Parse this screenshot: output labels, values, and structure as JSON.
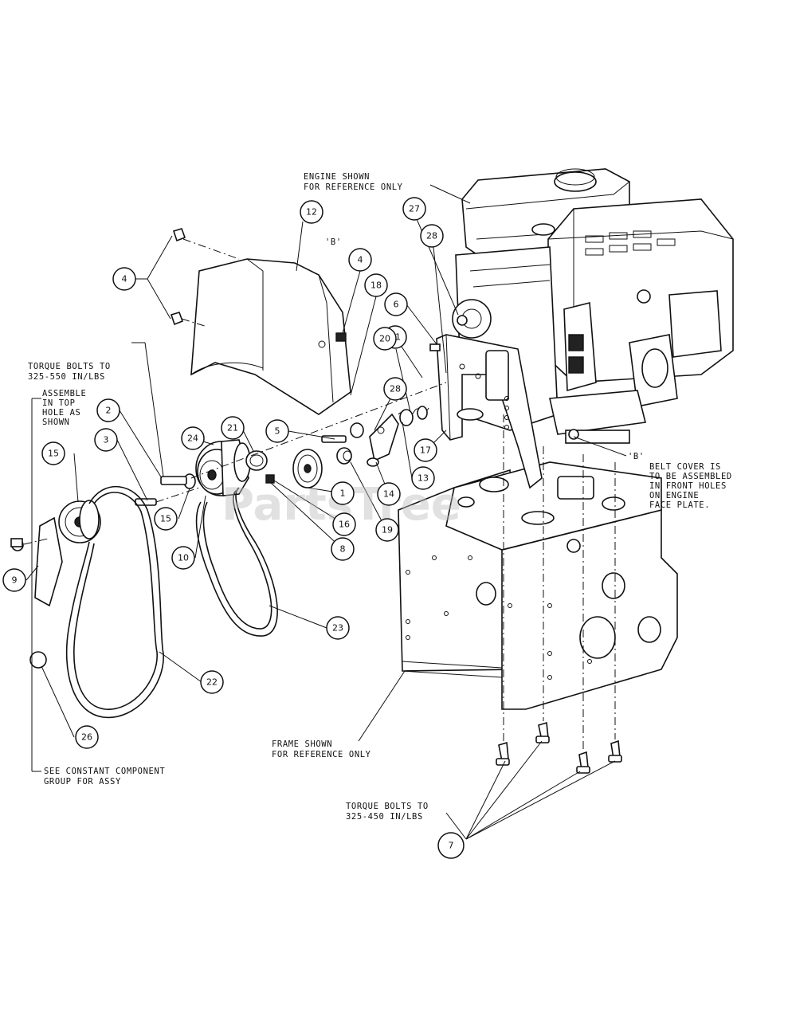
{
  "watermark": "PartsTree",
  "notes": {
    "engine_1": "ENGINE SHOWN",
    "engine_2": "FOR REFERENCE ONLY",
    "b_marker_top": "'B'",
    "torque_upper_1": "TORQUE BOLTS TO",
    "torque_upper_2": "325-550 IN/LBS",
    "assemble_1": "ASSEMBLE",
    "assemble_2": "IN TOP",
    "assemble_3": "HOLE AS",
    "assemble_4": "SHOWN",
    "belt_cover_1": "'B'",
    "belt_cover_2": "BELT COVER IS",
    "belt_cover_3": "TO BE ASSEMBLED",
    "belt_cover_4": "IN FRONT HOLES",
    "belt_cover_5": "ON ENGINE",
    "belt_cover_6": "FACE PLATE.",
    "frame_1": "FRAME SHOWN",
    "frame_2": "FOR REFERENCE ONLY",
    "torque_lower_1": "TORQUE BOLTS TO",
    "torque_lower_2": "325-450 IN/LBS",
    "see_1": "SEE CONSTANT COMPONENT",
    "see_2": "GROUP FOR ASSY"
  },
  "callouts": {
    "c1": "1",
    "c2": "2",
    "c3": "3",
    "c4a": "4",
    "c4b": "4",
    "c5": "5",
    "c6": "6",
    "c7": "7",
    "c8": "8",
    "c9": "9",
    "c10": "10",
    "c11": "11",
    "c12": "12",
    "c13": "13",
    "c14": "14",
    "c15a": "15",
    "c15b": "15",
    "c16": "16",
    "c17": "17",
    "c18": "18",
    "c19": "19",
    "c20": "20",
    "c21": "21",
    "c22": "22",
    "c23": "23",
    "c24": "24",
    "c26": "26",
    "c27": "27",
    "c28a": "28",
    "c28b": "28"
  }
}
